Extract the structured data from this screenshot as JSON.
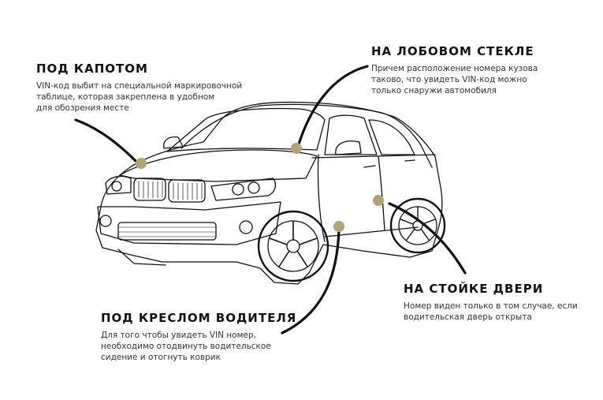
{
  "colors": {
    "marker": "#b3a478",
    "line": "#111111",
    "text": "#333333"
  },
  "labels": {
    "hood": {
      "title": "ПОД КАПОТОМ",
      "lines": [
        "VIN-код выбит на специальной маркировочной",
        "таблице, которая закреплена в удобном",
        "для обозрения месте"
      ]
    },
    "windshield": {
      "title": "НА ЛОБОВОМ СТЕКЛЕ",
      "lines": [
        "Причем расположение номера кузова",
        "таково, что увидеть VIN-код можно",
        "только снаружи автомобиля"
      ]
    },
    "door": {
      "title": "НА СТОЙКЕ ДВЕРИ",
      "lines": [
        "Номер виден только в том случае, если",
        "водительская дверь открыта"
      ]
    },
    "seat": {
      "title": "ПОД КРЕСЛОМ ВОДИТЕЛЯ",
      "lines": [
        "Для того чтобы увидеть VIN номер,",
        "необходимо отодвинуть водительское",
        "сидение и отогнуть коврик"
      ]
    }
  }
}
